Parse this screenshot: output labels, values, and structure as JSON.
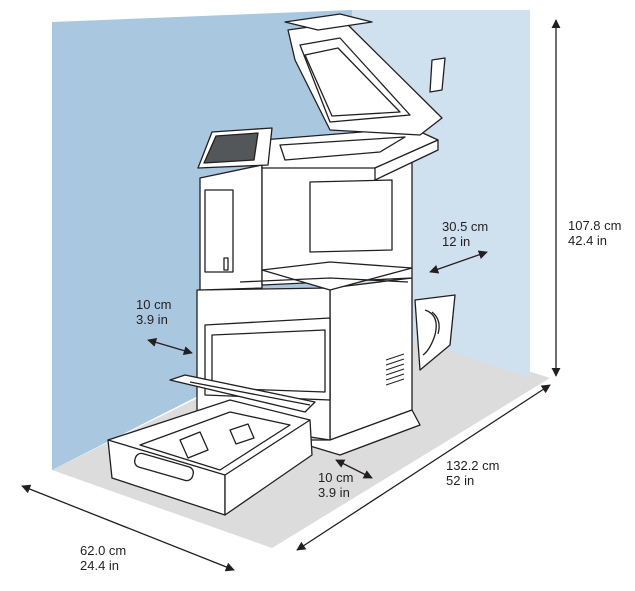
{
  "colors": {
    "left_wall": "#a9c7df",
    "right_wall": "#cfe0ee",
    "floor": "#dcdcdd",
    "outline": "#231f20",
    "body": "#ffffff",
    "screen": "#54575a"
  },
  "dimensions": {
    "height": {
      "metric": "107.8 cm",
      "imperial": "42.4 in"
    },
    "rear_clearance": {
      "metric": "30.5 cm",
      "imperial": "12 in"
    },
    "side_clearance": {
      "metric": "10 cm",
      "imperial": "3.9 in"
    },
    "front_clearance": {
      "metric": "10 cm",
      "imperial": "3.9 in"
    },
    "depth": {
      "metric": "132.2 cm",
      "imperial": "52 in"
    },
    "width": {
      "metric": "62.0 cm",
      "imperial": "24.4 in"
    }
  }
}
